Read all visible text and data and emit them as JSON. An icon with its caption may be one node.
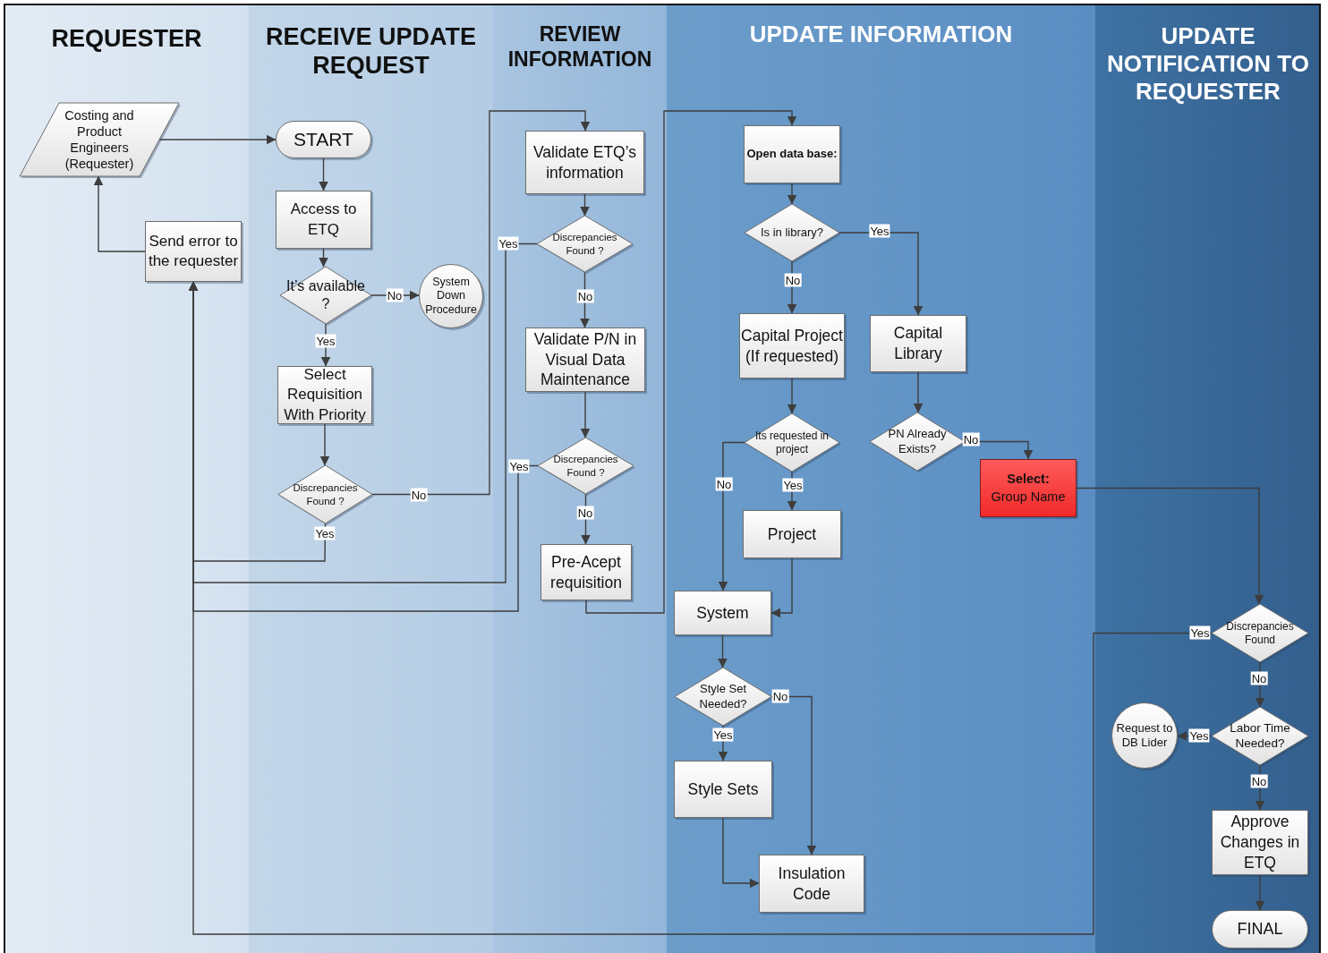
{
  "diagram": {
    "nodes": [
      {
        "text": [
          "REQUESTER"
        ]
      },
      {
        "text": [
          "RECEIVE UPDATE REQUEST"
        ]
      },
      {
        "text": [
          "REVIEW INFORMATION"
        ]
      },
      {
        "text": [
          "UPDATE INFORMATION"
        ]
      },
      {
        "text": [
          "UPDATE NOTIFICATION TO REQUESTER"
        ]
      },
      {
        "text": [
          "Costing and Product Engineers (Requester)"
        ],
        "in": 0
      },
      {
        "text": [
          "Send error to the requester"
        ],
        "in": 0
      },
      {
        "text": [
          "START"
        ],
        "in": 1
      },
      {
        "text": [
          "Access to ETQ"
        ],
        "in": 1
      },
      {
        "text": [
          "It’s available ?"
        ],
        "in": 1
      },
      {
        "text": [
          "System Down Procedure"
        ],
        "in": 1
      },
      {
        "text": [
          "Select Requisition With Priority"
        ],
        "in": 1
      },
      {
        "text": [
          "Discrepancies Found ?"
        ],
        "in": 1
      },
      {
        "text": [
          "Validate ETQ’s information"
        ],
        "in": 2
      },
      {
        "text": [
          "Discrepancies Found ?"
        ],
        "in": 2
      },
      {
        "text": [
          "Validate P/N in Visual Data Maintenance"
        ],
        "in": 2
      },
      {
        "text": [
          "Discrepancies Found ?"
        ],
        "in": 2
      },
      {
        "text": [
          "Pre-Acept requisition"
        ],
        "in": 2
      },
      {
        "text": [
          "Open data base:"
        ],
        "in": 3
      },
      {
        "text": [
          "Is in library?"
        ],
        "in": 3
      },
      {
        "text": [
          "Capital Project (If requested)"
        ],
        "in": 3
      },
      {
        "text": [
          "Capital Library"
        ],
        "in": 3
      },
      {
        "text": [
          "Its requested in project"
        ],
        "in": 3
      },
      {
        "text": [
          "PN Already Exists?"
        ],
        "in": 3
      },
      {
        "text": [
          "Select:",
          "Group Name"
        ],
        "in": 3
      },
      {
        "text": [
          "Project"
        ],
        "in": 3
      },
      {
        "text": [
          "System"
        ],
        "in": 3
      },
      {
        "text": [
          "Style Set Needed?"
        ],
        "in": 3
      },
      {
        "text": [
          "Style Sets"
        ],
        "in": 3
      },
      {
        "text": [
          "Insulation Code"
        ],
        "in": 3
      },
      {
        "text": [
          "Discrepancies Found"
        ],
        "in": 4
      },
      {
        "text": [
          "Request to DB Lider"
        ],
        "in": 4
      },
      {
        "text": [
          "Labor Time Needed?"
        ],
        "in": 4
      },
      {
        "text": [
          "Approve Changes in ETQ"
        ],
        "in": 4
      },
      {
        "text": [
          "FINAL"
        ],
        "in": 4
      }
    ],
    "edges": [
      {
        "from": 5,
        "to": 7,
        "arrow": "to"
      },
      {
        "from": 6,
        "to": 5,
        "arrow": "to"
      },
      {
        "from": 7,
        "to": 8,
        "arrow": "to"
      },
      {
        "from": 8,
        "to": 9,
        "arrow": "to"
      },
      {
        "from": 9,
        "to": 10,
        "arrow": "to",
        "label": "No"
      },
      {
        "from": 9,
        "to": 11,
        "arrow": "to",
        "label": "Yes"
      },
      {
        "from": 11,
        "to": 12,
        "arrow": "to"
      },
      {
        "from": 12,
        "to": 6,
        "arrow": "to",
        "label": "Yes"
      },
      {
        "from": 12,
        "to": 13,
        "arrow": "to",
        "label": "No"
      },
      {
        "from": 13,
        "to": 14,
        "arrow": "to"
      },
      {
        "from": 14,
        "to": 6,
        "arrow": "to",
        "label": "Yes"
      },
      {
        "from": 14,
        "to": 15,
        "arrow": "to",
        "label": "No"
      },
      {
        "from": 15,
        "to": 16,
        "arrow": "to"
      },
      {
        "from": 16,
        "to": 6,
        "arrow": "to",
        "label": "Yes"
      },
      {
        "from": 16,
        "to": 17,
        "arrow": "to",
        "label": "No"
      },
      {
        "from": 17,
        "to": 18,
        "arrow": "to"
      },
      {
        "from": 18,
        "to": 19,
        "arrow": "to"
      },
      {
        "from": 19,
        "to": 21,
        "arrow": "to",
        "label": "Yes"
      },
      {
        "from": 19,
        "to": 20,
        "arrow": "to",
        "label": "No"
      },
      {
        "from": 20,
        "to": 22,
        "arrow": "to"
      },
      {
        "from": 21,
        "to": 23,
        "arrow": "to"
      },
      {
        "from": 22,
        "to": 26,
        "arrow": "to",
        "label": "No"
      },
      {
        "from": 22,
        "to": 25,
        "arrow": "to",
        "label": "Yes"
      },
      {
        "from": 23,
        "to": 24,
        "arrow": "to",
        "label": "No"
      },
      {
        "from": 25,
        "to": 26,
        "arrow": "to"
      },
      {
        "from": 24,
        "to": 30,
        "arrow": "to"
      },
      {
        "from": 26,
        "to": 27,
        "arrow": "to"
      },
      {
        "from": 27,
        "to": 28,
        "arrow": "to",
        "label": "Yes"
      },
      {
        "from": 27,
        "to": 29,
        "arrow": "to",
        "label": "No"
      },
      {
        "from": 28,
        "to": 29,
        "arrow": "to"
      },
      {
        "from": 30,
        "to": 6,
        "arrow": "to",
        "label": "Yes"
      },
      {
        "from": 30,
        "to": 32,
        "arrow": "to",
        "label": "No"
      },
      {
        "from": 32,
        "to": 31,
        "arrow": "to",
        "label": "Yes"
      },
      {
        "from": 32,
        "to": 33,
        "arrow": "to",
        "label": "No"
      },
      {
        "from": 33,
        "to": 34,
        "arrow": "to"
      }
    ]
  }
}
